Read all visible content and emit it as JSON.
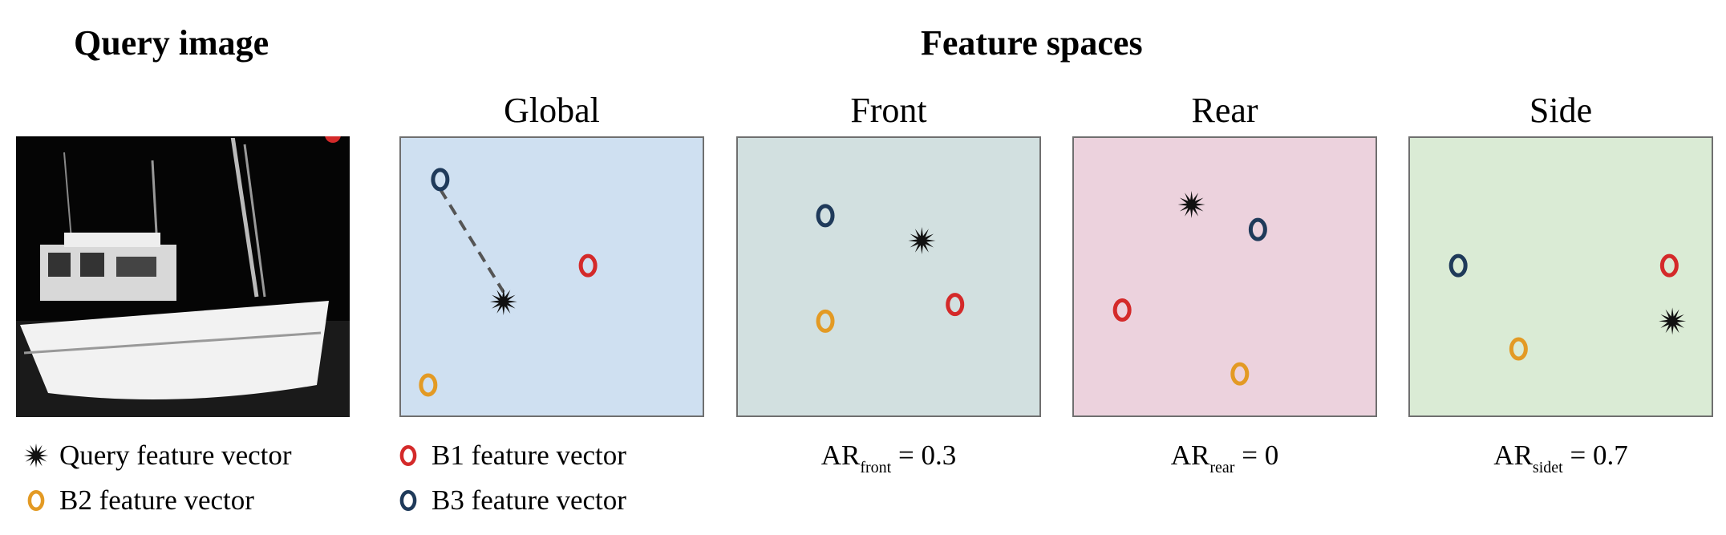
{
  "headings": {
    "query_image": "Query image",
    "feature_spaces": "Feature spaces"
  },
  "panels": [
    {
      "title": "Global",
      "bg": "#cfe0f1",
      "points": [
        {
          "type": "B3",
          "x": 0.13,
          "y": 0.15
        },
        {
          "type": "B1",
          "x": 0.62,
          "y": 0.46
        },
        {
          "type": "query",
          "x": 0.34,
          "y": 0.59
        },
        {
          "type": "B2",
          "x": 0.09,
          "y": 0.89
        }
      ],
      "distance_line": true,
      "ar": null
    },
    {
      "title": "Front",
      "bg": "#d2e0e0",
      "points": [
        {
          "type": "B3",
          "x": 0.29,
          "y": 0.28
        },
        {
          "type": "query",
          "x": 0.61,
          "y": 0.37
        },
        {
          "type": "B1",
          "x": 0.72,
          "y": 0.6
        },
        {
          "type": "B2",
          "x": 0.29,
          "y": 0.66
        }
      ],
      "distance_line": false,
      "ar": {
        "prefix": "AR",
        "sub": "front",
        "suffix": " = 0.3"
      }
    },
    {
      "title": "Rear",
      "bg": "#ecd2dd",
      "points": [
        {
          "type": "query",
          "x": 0.39,
          "y": 0.24
        },
        {
          "type": "B3",
          "x": 0.61,
          "y": 0.33
        },
        {
          "type": "B1",
          "x": 0.16,
          "y": 0.62
        },
        {
          "type": "B2",
          "x": 0.55,
          "y": 0.85
        }
      ],
      "distance_line": false,
      "ar": {
        "prefix": "AR",
        "sub": "rear",
        "suffix": " = 0"
      }
    },
    {
      "title": "Side",
      "bg": "#daebd5",
      "points": [
        {
          "type": "B3",
          "x": 0.16,
          "y": 0.46
        },
        {
          "type": "B1",
          "x": 0.86,
          "y": 0.46
        },
        {
          "type": "query",
          "x": 0.87,
          "y": 0.66
        },
        {
          "type": "B2",
          "x": 0.36,
          "y": 0.76
        }
      ],
      "distance_line": false,
      "ar": {
        "prefix": "AR",
        "sub": "sidet",
        "suffix": " = 0.7"
      }
    }
  ],
  "legend": [
    {
      "type": "query",
      "label": "Query feature vector"
    },
    {
      "type": "B2",
      "label": "B2 feature vector"
    },
    {
      "type": "B1",
      "label": "B1 feature vector"
    },
    {
      "type": "B3",
      "label": "B3 feature vector"
    }
  ],
  "colors": {
    "B1": "#d42a2a",
    "B2": "#e39a24",
    "B3": "#1f3a5a",
    "query": "#111111",
    "line": "#555555"
  },
  "icons": {
    "query": "star-burst-icon",
    "B1": "red-ring-icon",
    "B2": "orange-ring-icon",
    "B3": "navy-ring-icon",
    "image": "boat-grayscale-image"
  }
}
